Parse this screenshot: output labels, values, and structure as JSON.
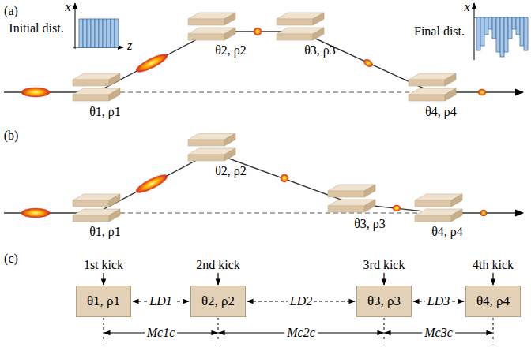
{
  "diagram": {
    "nodes": [
      {
        "text": [
          "θ1, ρ1"
        ]
      },
      {
        "text": [
          "θ2, ρ2"
        ]
      },
      {
        "text": [
          "θ3, ρ3"
        ]
      },
      {
        "text": [
          "θ4, ρ4"
        ]
      }
    ],
    "edges": [
      {
        "from": 0,
        "to": 1,
        "label": "LD1",
        "arrow": "both"
      },
      {
        "from": 1,
        "to": 2,
        "label": "LD2",
        "arrow": "both"
      },
      {
        "from": 2,
        "to": 3,
        "label": "LD3",
        "arrow": "both"
      }
    ],
    "labels": [
      "(a)",
      "x",
      "Initial dist.",
      "z",
      "x",
      "Final dist.",
      "θ1, ρ1",
      "θ2, ρ2",
      "θ3, ρ3",
      "θ4, ρ4",
      "(b)",
      "θ1, ρ1",
      "θ2, ρ2",
      "θ3, ρ3",
      "θ4, ρ4",
      "(c)",
      "1st kick",
      "2nd kick",
      "3rd kick",
      "4th kick",
      "Mc1c",
      "Mc2c",
      "Mc3c"
    ]
  }
}
